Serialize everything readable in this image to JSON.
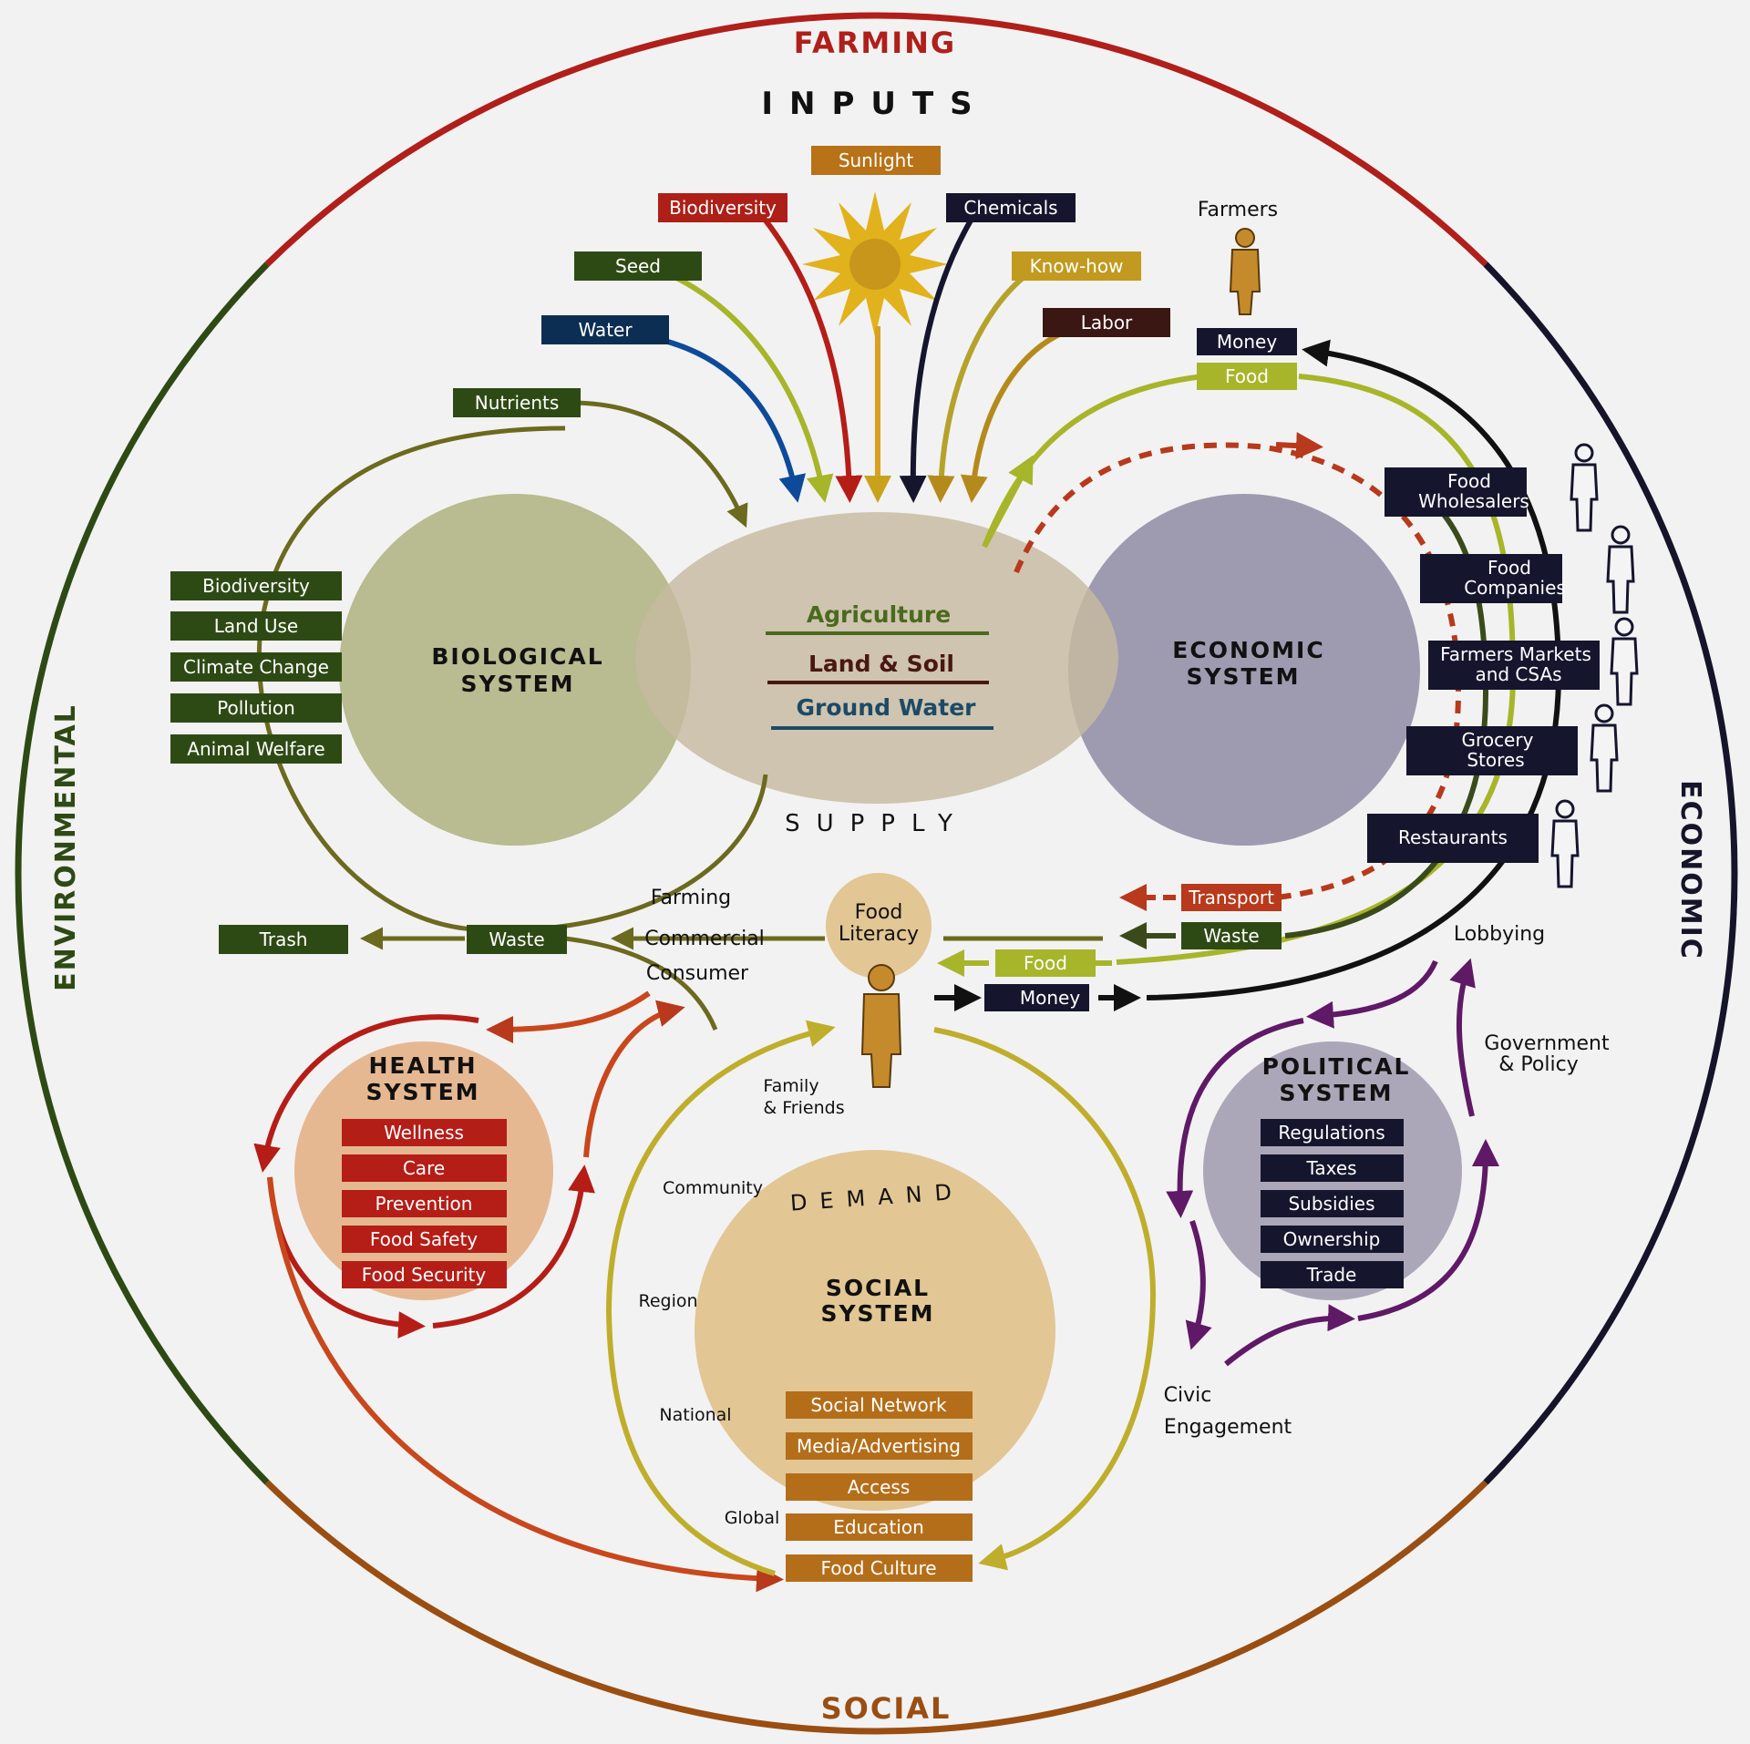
{
  "colors": {
    "background": "#f2f2f2",
    "farming": "#b01f1a",
    "economic": "#15142a",
    "social": "#9a4e12",
    "environmental": "#2e4a14",
    "input_green": "#2e4a14",
    "input_blue": "#0c2e52",
    "input_red": "#ad1f17",
    "input_yellow": "#c19a1f",
    "input_navy": "#15152e",
    "input_brown": "#3a1712",
    "health_red": "#b51d17",
    "political_purple": "#5f1966",
    "social_orange": "#b46e1a",
    "food_green": "#a7b52a"
  },
  "outer": {
    "farming": "FARMING",
    "economic": "ECONOMIC",
    "social": "SOCIAL",
    "environmental": "ENVIRONMENTAL"
  },
  "inputs": {
    "title": "INPUTS",
    "sunlight": "Sunlight",
    "biodiversity": "Biodiversity",
    "chemicals": "Chemicals",
    "seed": "Seed",
    "knowhow": "Know-how",
    "water": "Water",
    "labor": "Labor"
  },
  "farmers": {
    "label": "Farmers",
    "money": "Money",
    "food": "Food"
  },
  "supply": {
    "agriculture": "Agriculture",
    "land_soil": "Land & Soil",
    "ground_water": "Ground Water",
    "label": "SUPPLY"
  },
  "biological": {
    "title_line1": "BIOLOGICAL",
    "title_line2": "SYSTEM",
    "nutrients": "Nutrients",
    "items": [
      "Biodiversity",
      "Land Use",
      "Climate Change",
      "Pollution",
      "Animal Welfare"
    ]
  },
  "economic": {
    "title_line1": "ECONOMIC",
    "title_line2": "SYSTEM",
    "actors": [
      [
        "Food",
        "Wholesalers"
      ],
      [
        "Food",
        "Companies"
      ],
      [
        "Farmers Markets",
        "and CSAs"
      ],
      [
        "Grocery",
        "Stores"
      ],
      [
        "Restaurants"
      ]
    ],
    "transport": "Transport",
    "waste": "Waste",
    "food": "Food",
    "money": "Money",
    "lobbying": "Lobbying"
  },
  "waste_flow": {
    "trash": "Trash",
    "waste": "Waste",
    "farming": "Farming",
    "commercial": "Commercial",
    "consumer": "Consumer"
  },
  "consumer": {
    "food_literacy_line1": "Food",
    "food_literacy_line2": "Literacy"
  },
  "health": {
    "title_line1": "HEALTH",
    "title_line2": "SYSTEM",
    "items": [
      "Wellness",
      "Care",
      "Prevention",
      "Food Safety",
      "Food Security"
    ]
  },
  "social": {
    "demand": "DEMAND",
    "title_line1": "SOCIAL",
    "title_line2": "SYSTEM",
    "items": [
      "Social Network",
      "Media/Advertising",
      "Access",
      "Education",
      "Food Culture"
    ],
    "scales": [
      "Family",
      "& Friends",
      "Community",
      "Region",
      "National",
      "Global"
    ]
  },
  "political": {
    "title_line1": "POLITICAL",
    "title_line2": "SYSTEM",
    "items": [
      "Regulations",
      "Taxes",
      "Subsidies",
      "Ownership",
      "Trade"
    ],
    "gov_line1": "Government",
    "gov_line2": "& Policy",
    "civic_line1": "Civic",
    "civic_line2": "Engagement"
  }
}
